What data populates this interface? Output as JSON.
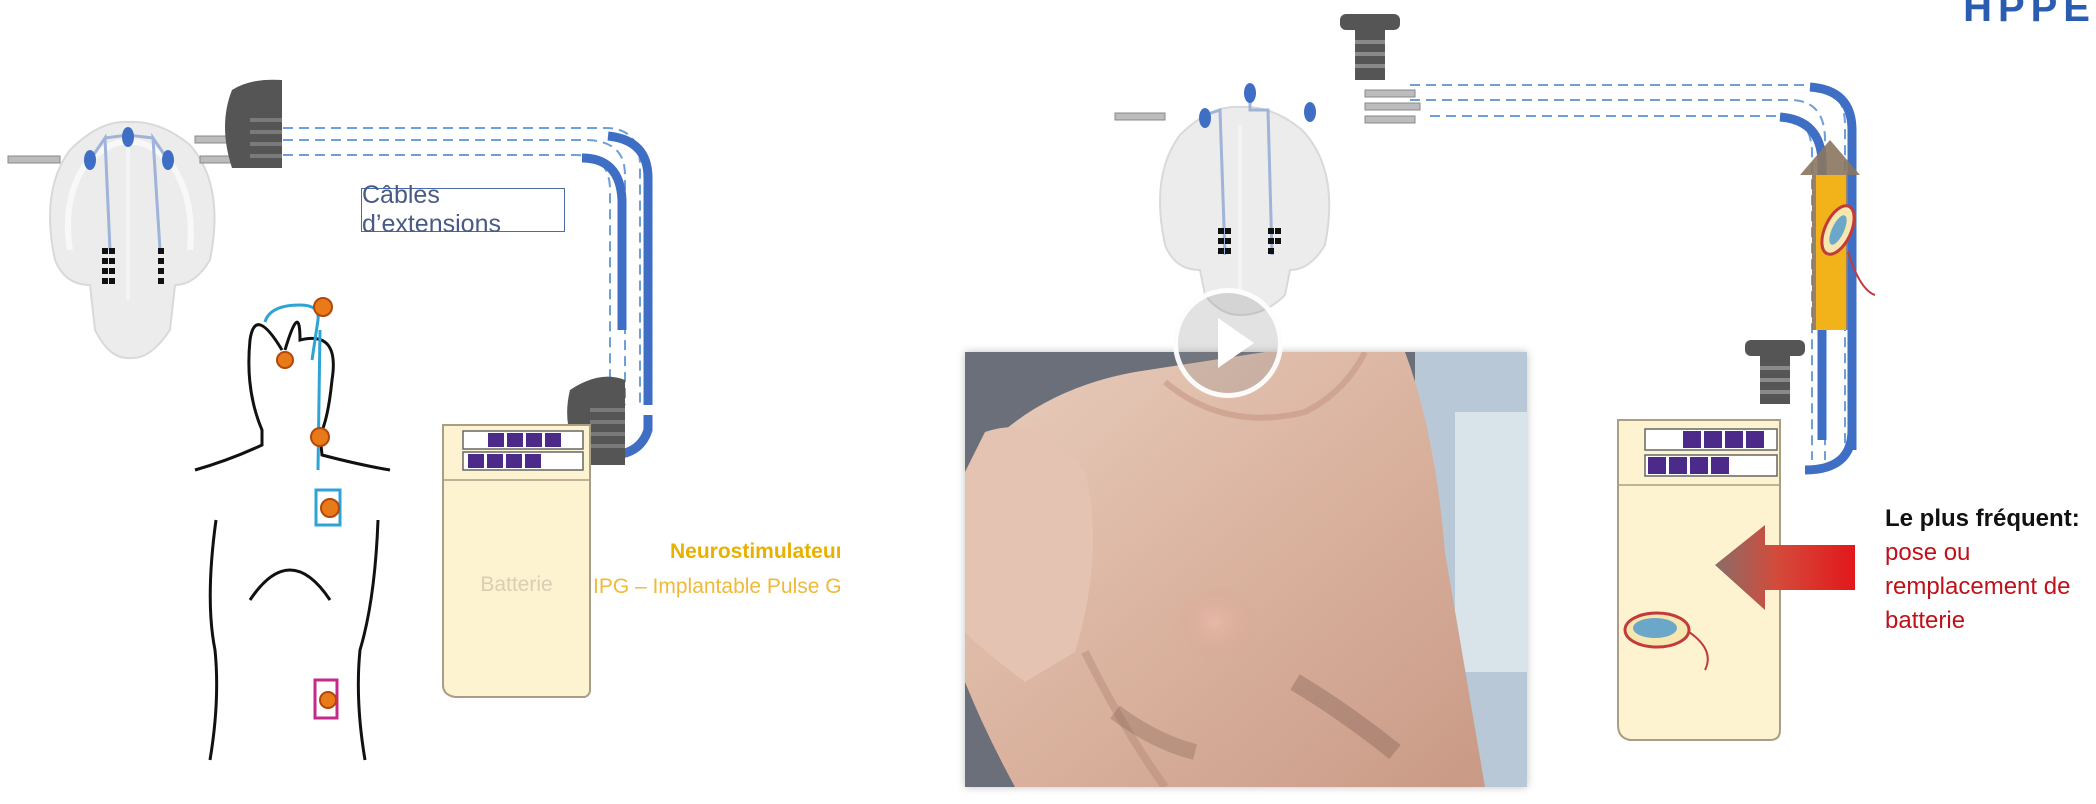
{
  "header": {
    "corner_text": "HPPE"
  },
  "left_diagram": {
    "extension_label": "Câbles d’extensions",
    "battery_label": "Batterie",
    "neurostimulator_title": "Neurostimulateur",
    "ipg_text": "IPG – Implantable Pulse Ge",
    "infection_sites_count": 5
  },
  "video": {
    "play_icon": "play-icon"
  },
  "right_diagram": {
    "note_title": "Le plus fréquent",
    "note_colon": ":",
    "note_line1": "pose ou",
    "note_line2": "remplacement de",
    "note_line3": "batterie"
  },
  "colors": {
    "cable_blue": "#3f6fc4",
    "battery_fill": "#fdf3d0",
    "electrode_purple": "#4b2a8a",
    "infection_orange": "#e87a1a",
    "accent_yellow": "#e8b100",
    "accent_red": "#c0111a"
  }
}
